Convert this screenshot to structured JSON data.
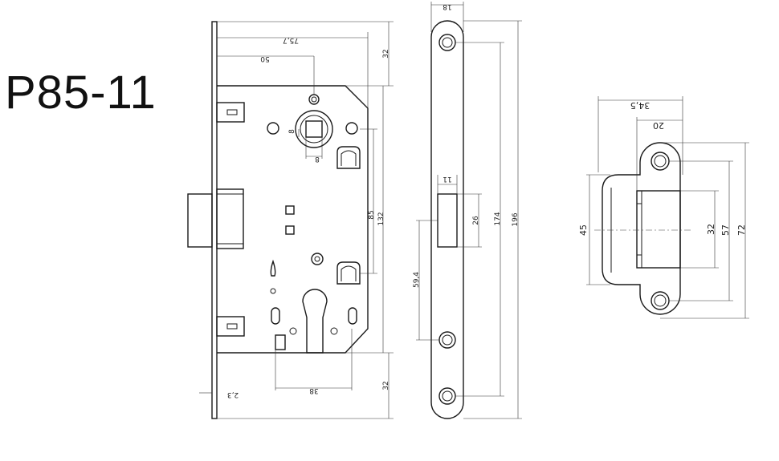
{
  "title": "P85-11",
  "dims": {
    "d_75_7": "75,7",
    "d_50": "50",
    "d_32_top": "32",
    "d_8_a": "8",
    "d_8_b": "8",
    "d_85": "85",
    "d_132": "132",
    "d_32_bottom": "32",
    "d_38": "38",
    "d_2_3": "2,3",
    "d_18": "18",
    "d_11": "11",
    "d_26": "26",
    "d_174": "174",
    "d_196": "196",
    "d_59_4": "59,4",
    "d_34_5": "34,5",
    "d_20": "20",
    "d_45": "45",
    "d_32_strike": "32",
    "d_57": "57",
    "d_72": "72"
  }
}
